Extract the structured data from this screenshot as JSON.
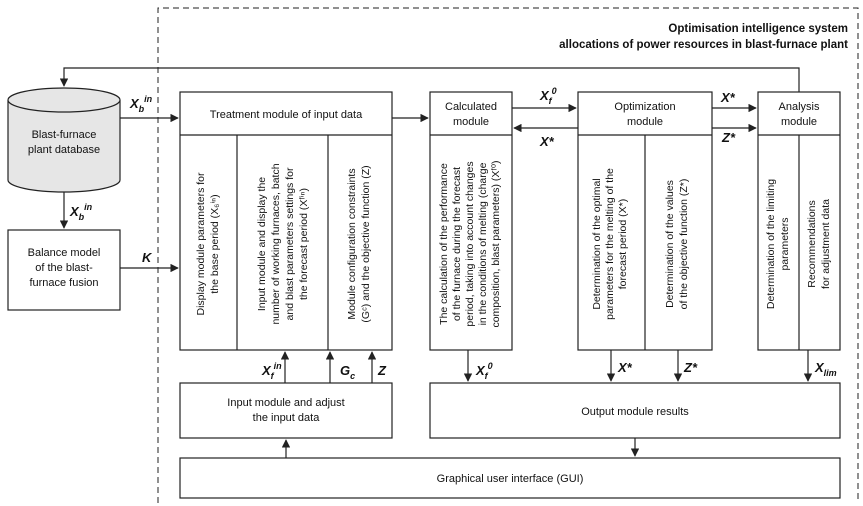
{
  "system_title": {
    "line1": "Optimisation intelligence system",
    "line2": "allocations of power resources in blast-furnace plant"
  },
  "database": {
    "line1": "Blast-furnace",
    "line2": "plant database"
  },
  "balance_model": {
    "line1": "Balance model",
    "line2": "of the blast-",
    "line3": "furnace fusion"
  },
  "treatment_module": {
    "title": "Treatment module of input data",
    "col1": {
      "line1": "Display module parameters for",
      "line2": "the base period (X₆ⁱⁿ)"
    },
    "col2": {
      "line1": "Input module and display the",
      "line2": "number of working furnaces, batch",
      "line3": "and blast parameters settings for",
      "line4": "the forecast period (Xᶠⁱⁿ)"
    },
    "col3": {
      "line1": "Module configuration constraints",
      "line2": "(Gᶜ) and the objective function (Z)"
    }
  },
  "calculated_module": {
    "line1": "Calculated",
    "line2": "module",
    "col": {
      "line1": "The calculation of the performance",
      "line2": "of the furnace during the forecast",
      "line3": "period, taking into account changes",
      "line4": "in the conditions of melting (charge",
      "line5": "composition, blast parameters) (Xᶠ⁰)"
    }
  },
  "optimization_module": {
    "line1": "Optimization",
    "line2": "module",
    "col1": {
      "line1": "Determination of the optimal",
      "line2": "parameters for the melting of the",
      "line3": "forecast period (X*)"
    },
    "col2": {
      "line1": "Determination of the values",
      "line2": "of the objective function (Z*)"
    }
  },
  "analysis_module": {
    "line1": "Analysis",
    "line2": "module",
    "col1": {
      "line1": "Determination of the limiting",
      "line2": "parameters"
    },
    "col2": {
      "line1": "Recommendations",
      "line2": "for adjustment data"
    }
  },
  "input_module": {
    "line1": "Input module and adjust",
    "line2": "the input data"
  },
  "output_module": {
    "label": "Output module results"
  },
  "gui": {
    "label": "Graphical user interface (GUI)"
  },
  "variables": {
    "X": "X",
    "Xstar": "X*",
    "Zstar": "Z*",
    "Z": "Z",
    "K": "K",
    "G": "G",
    "b": "b",
    "f": "f",
    "in": "in",
    "zero": "0",
    "c": "c",
    "lim": "lim"
  }
}
